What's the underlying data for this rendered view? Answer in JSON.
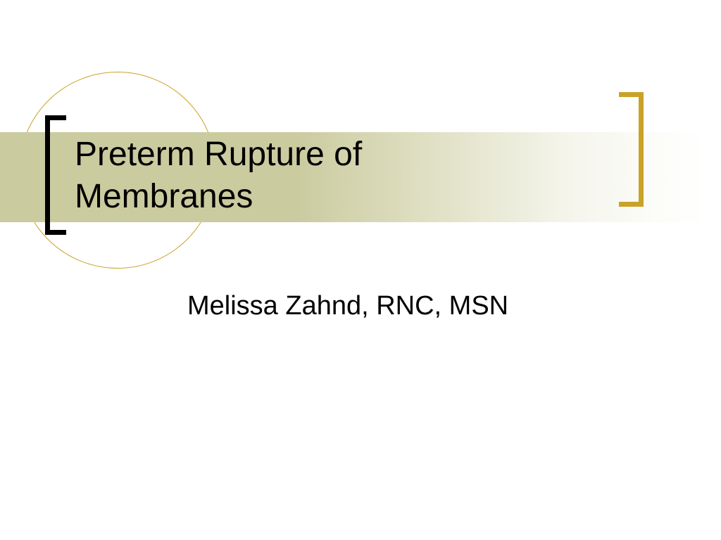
{
  "slide": {
    "title_lines": [
      "Preterm Rupture of",
      "Membranes"
    ],
    "subtitle": "Melissa Zahnd, RNC, MSN"
  },
  "colors": {
    "accent_gold": "#c9a227",
    "band_olive": "#cbcba0",
    "bracket_black": "#000000",
    "background": "#ffffff"
  }
}
